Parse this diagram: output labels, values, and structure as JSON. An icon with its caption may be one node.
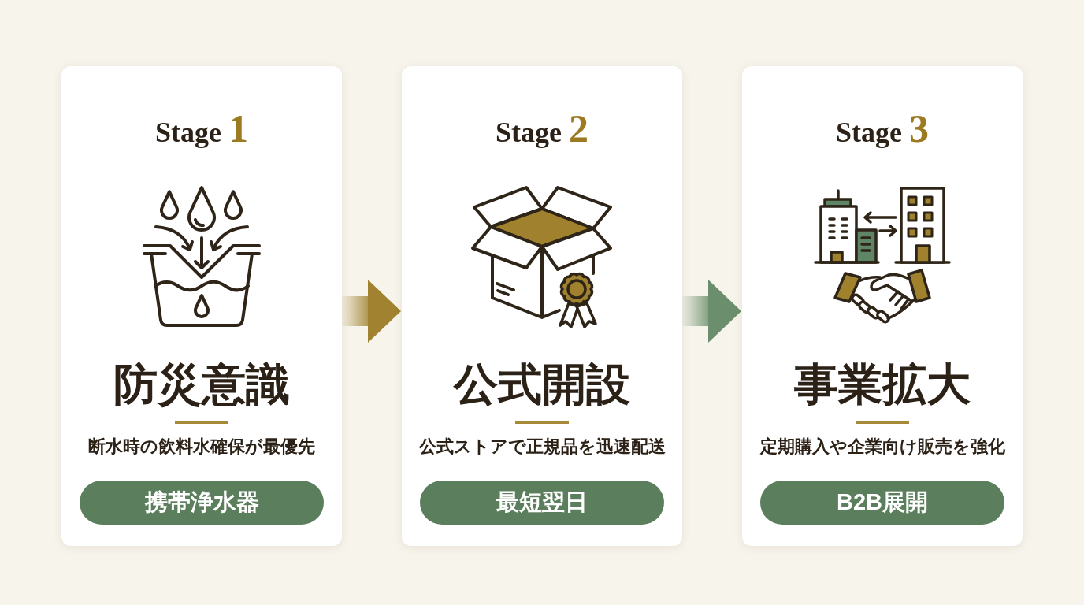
{
  "diagram": {
    "nodes": [
      {
        "text": [
          "Stage 1",
          "防災意識",
          "断水時の飲料水確保が最優先"
        ]
      },
      {
        "text": [
          "携帯浄水器"
        ],
        "in": 0
      },
      {
        "text": [
          "Stage 2",
          "公式開設",
          "公式ストアで正規品を迅速配送"
        ]
      },
      {
        "text": [
          "最短翌日"
        ],
        "in": 2
      },
      {
        "text": [
          "Stage 3",
          "事業拡大",
          "定期購入や企業向け販売を強化"
        ]
      },
      {
        "text": [
          "B2B展開"
        ],
        "in": 4
      }
    ],
    "edges": [
      {
        "from": 0,
        "to": 2,
        "arrow": "to",
        "style": "thick",
        "color": "#a08230"
      },
      {
        "from": 2,
        "to": 4,
        "arrow": "to",
        "style": "thick",
        "color": "#6b8f6c"
      }
    ]
  }
}
